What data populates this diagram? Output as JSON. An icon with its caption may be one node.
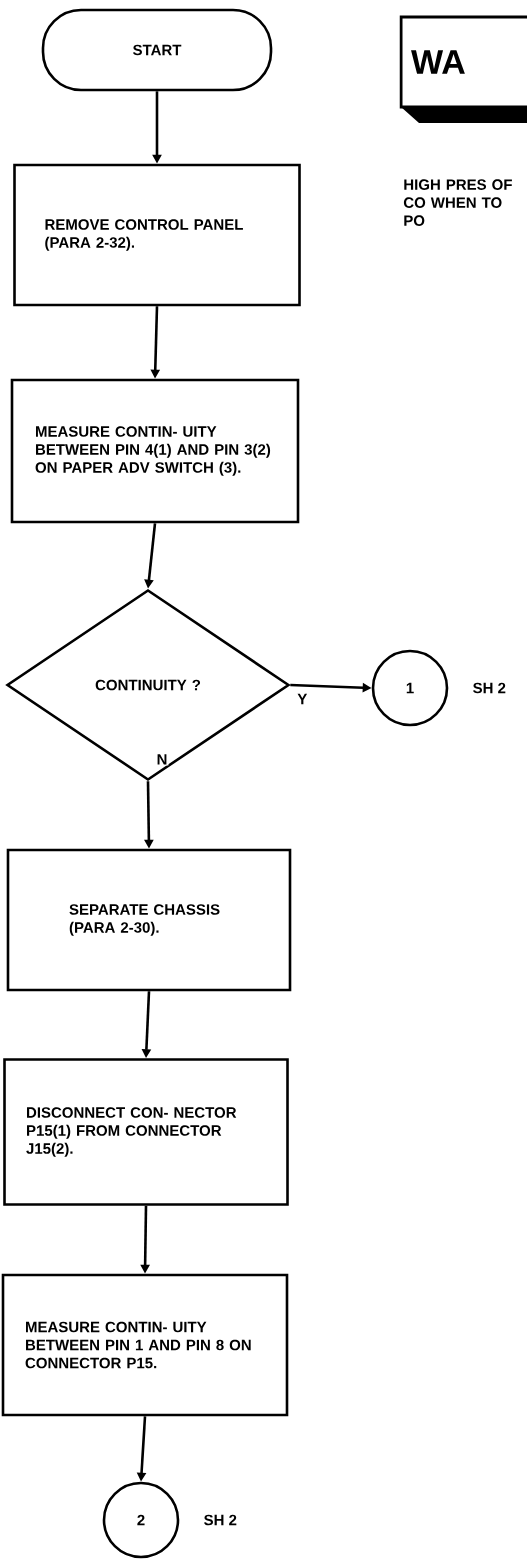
{
  "diagram": {
    "nodes": [
      {
        "text": [
          "START"
        ]
      },
      {
        "text": [
          "REMOVE CONTROL PANEL (PARA 2-32)."
        ]
      },
      {
        "text": [
          "MEASURE CONTIN- UITY BETWEEN PIN 4(1) AND PIN 3(2) ON PAPER ADV SWITCH (3)."
        ]
      },
      {
        "text": [
          "CONTINUITY ?"
        ]
      },
      {
        "text": [
          "1"
        ],
        "beside": [
          "SH 2"
        ]
      },
      {
        "text": [
          "SEPARATE CHASSIS (PARA 2-30)."
        ]
      },
      {
        "text": [
          "DISCONNECT CON- NECTOR P15(1) FROM CONNECTOR J15(2)."
        ]
      },
      {
        "text": [
          "MEASURE CONTIN- UITY BETWEEN PIN 1 AND PIN 8 ON CONNECTOR P15."
        ]
      },
      {
        "text": [
          "2"
        ],
        "beside": [
          "SH 2"
        ]
      },
      {
        "text": [
          "WA"
        ]
      }
    ],
    "edges": [
      {
        "from": 0,
        "to": 1,
        "arrow": "to"
      },
      {
        "from": 1,
        "to": 2,
        "arrow": "to"
      },
      {
        "from": 2,
        "to": 3,
        "arrow": "to"
      },
      {
        "from": 3,
        "to": 4,
        "arrow": "to",
        "label": "Y"
      },
      {
        "from": 3,
        "to": 5,
        "arrow": "to",
        "label": "N"
      },
      {
        "from": 5,
        "to": 6,
        "arrow": "to"
      },
      {
        "from": 6,
        "to": 7,
        "arrow": "to"
      },
      {
        "from": 7,
        "to": 8,
        "arrow": "to"
      }
    ],
    "labels": [
      "HIGH PRES OF CO WHEN TO PO"
    ]
  }
}
